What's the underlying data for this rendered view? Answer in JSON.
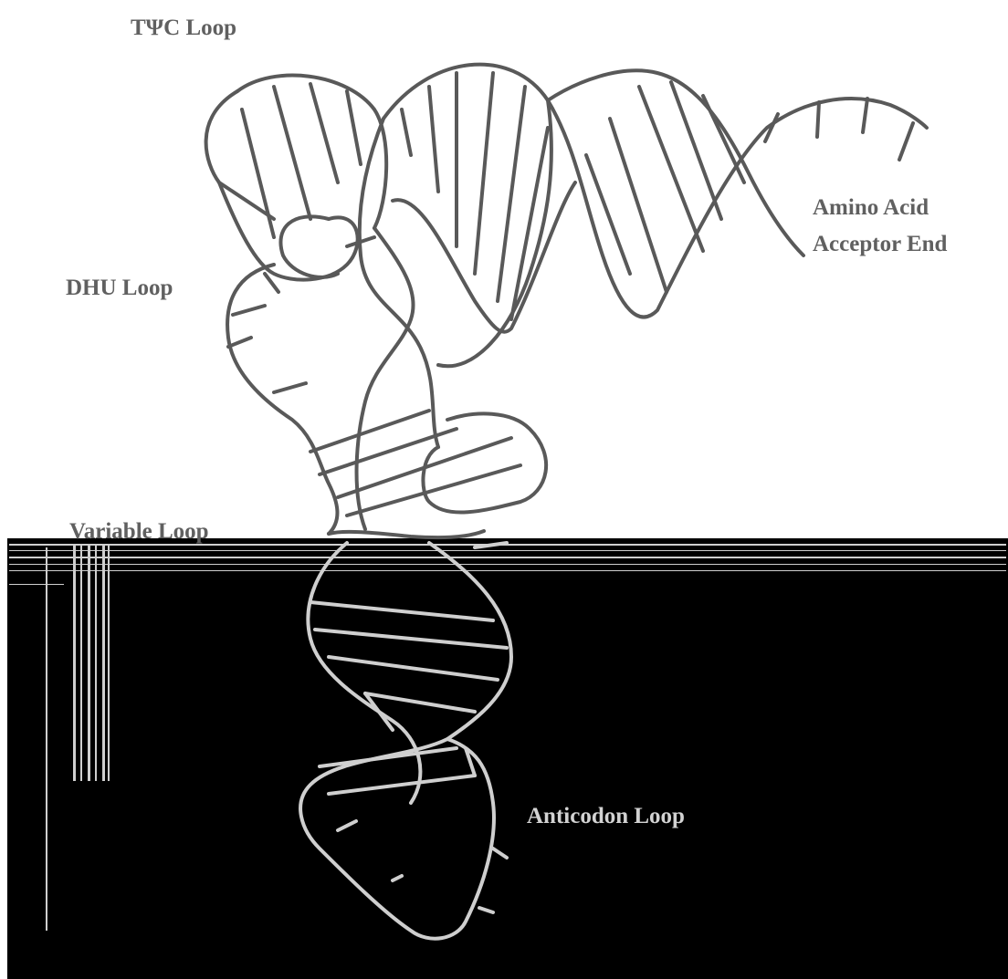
{
  "labels": {
    "tpsic_loop": "TΨC Loop",
    "dhu_loop": "DHU Loop",
    "amino_acid": "Amino Acid",
    "acceptor_end": "Acceptor End",
    "variable_loop": "Variable Loop",
    "anticodon_loop": "Anticodon Loop"
  },
  "colors": {
    "background_top": "#ffffff",
    "background_bottom": "#000000",
    "ink_on_white": "#595959",
    "ink_on_black": "#cfcfcf"
  }
}
